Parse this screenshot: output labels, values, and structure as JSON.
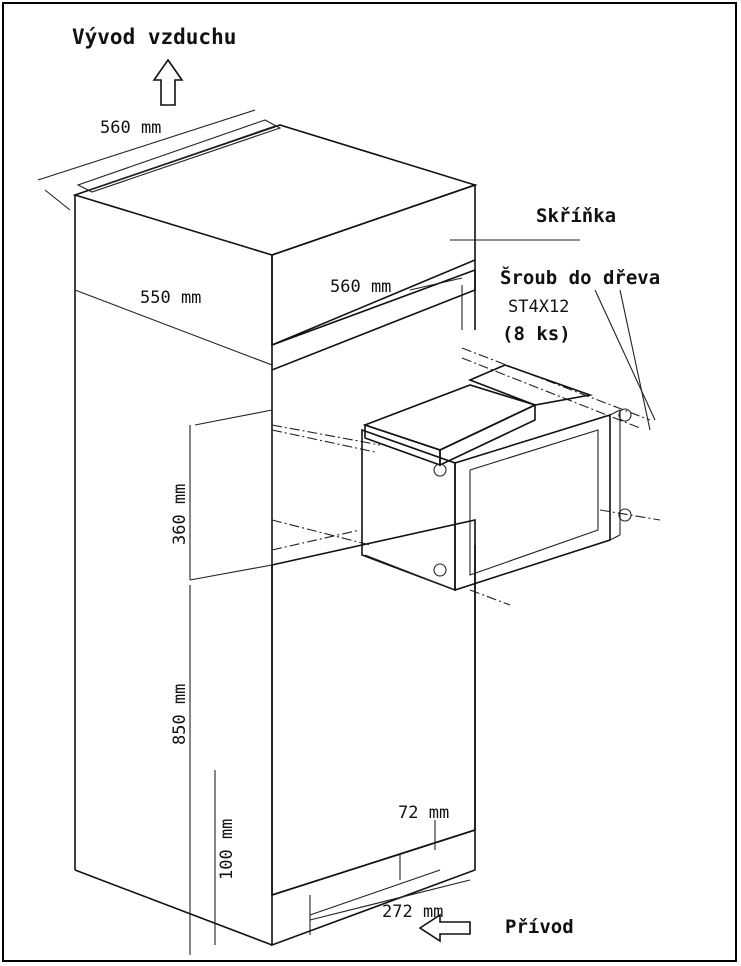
{
  "diagram": {
    "labels": {
      "air_outlet": "Vývod vzduchu",
      "cabinet": "Skříňka",
      "wood_screw": "Šroub do dřeva",
      "screw_code": "ST4X12",
      "screw_qty": "(8 ks)",
      "air_inlet": "Přívod"
    },
    "dimensions": {
      "top_width": "560 mm",
      "depth": "550 mm",
      "inner_width": "560 mm",
      "niche_height": "360 mm",
      "base_height": "850 mm",
      "plinth_height": "100 mm",
      "vent_depth": "72 mm",
      "vent_width": "272 mm"
    }
  }
}
